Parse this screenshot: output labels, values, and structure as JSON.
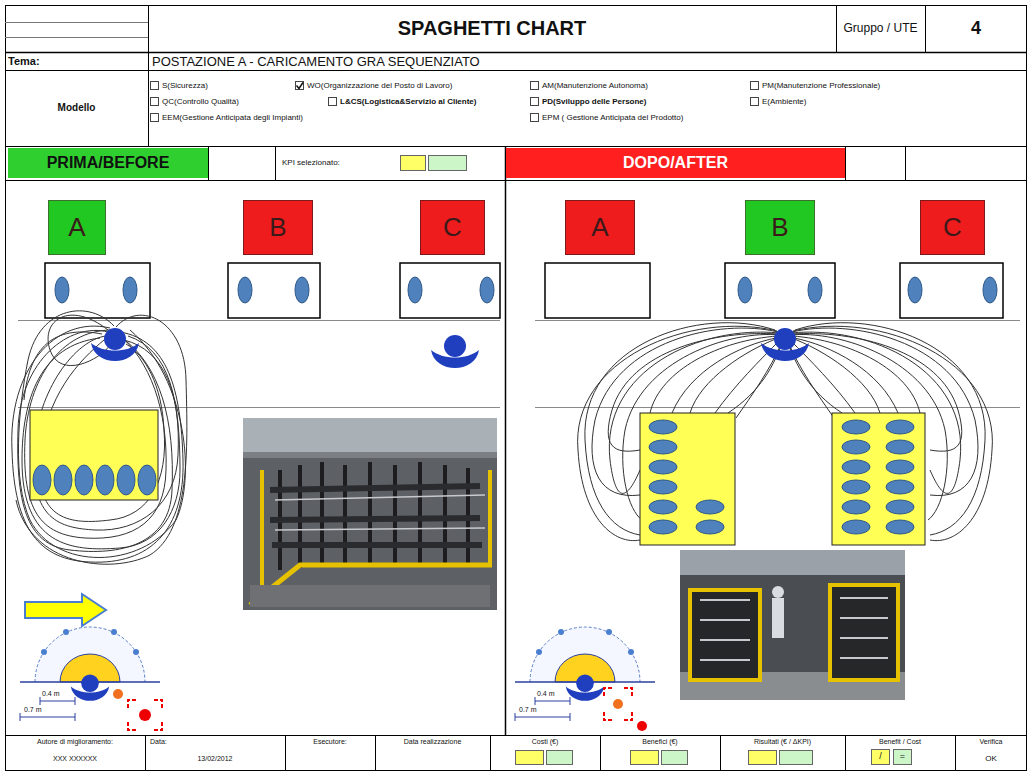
{
  "diagram": {
    "title": "SPAGHETTI CHART",
    "nodes": [
      {
        "text": [
          "PRIMA/BEFORE"
        ]
      },
      {
        "text": [
          "DOPO/AFTER"
        ]
      },
      {
        "text": [
          "A"
        ]
      },
      {
        "text": [
          "B"
        ]
      },
      {
        "text": [
          "C"
        ]
      },
      {
        "text": [
          "A"
        ]
      },
      {
        "text": [
          "B"
        ]
      },
      {
        "text": [
          "C"
        ]
      }
    ],
    "labels": [
      "Gruppo / UTE",
      "4",
      "Tema:",
      "POSTAZIONE A - CARICAMENTO GRA SEQUENZIATO",
      "Modello",
      "S(Sicurezza)",
      "QC(Controllo Qualità)",
      "EEM(Gestione Anticipata degli Impianti)",
      "WO(Organizzazione del Posto di Lavoro)",
      "L&CS(Logistica&Servizio al Cliente)",
      "AM(Manutenzione Autonoma)",
      "PD(Sviluppo delle Persone)",
      "EPM ( Gestione Anticipata del Prodotto)",
      "PM(Manutenzione Professionale)",
      "E(Ambiente)",
      "KPI selezionato:",
      "0.4 m",
      "0.7 m",
      "0.4 m",
      "0.7 m",
      "Autore di miglioramento:",
      "XXX XXXXXX",
      "Data:",
      "13/02/2012",
      "Esecutore:",
      "Data realizzazione",
      "Costi (€)",
      "Benefici (€)",
      "Risultati (€ / ΔKPI)",
      "Benefit / Cost",
      "/",
      "=",
      "Verifica",
      "OK"
    ]
  }
}
